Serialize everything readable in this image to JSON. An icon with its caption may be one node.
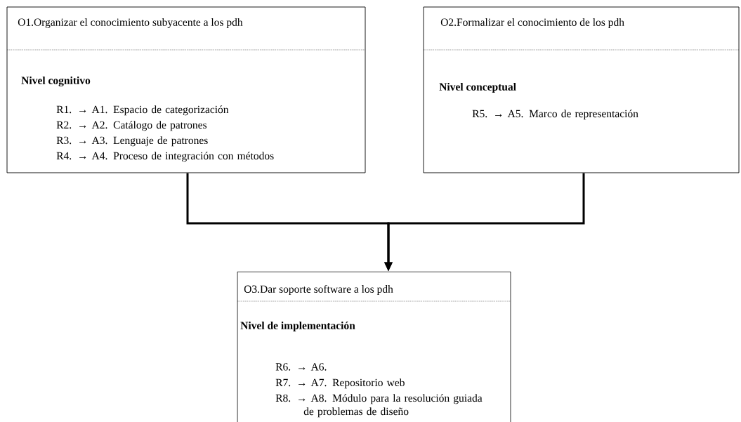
{
  "diagram": {
    "nodes": [
      {
        "text": [
          "O1.Organizar el conocimiento subyacente a los pdh",
          "Nivel cognitivo",
          "R1. → A1. Espacio de categorización",
          "R2. → A2. Catálogo de patrones",
          "R3. → A3. Lenguaje de patrones",
          "R4. → A4. Proceso de integración con métodos"
        ]
      },
      {
        "text": [
          "O2.Formalizar el conocimiento de los pdh",
          "Nivel conceptual",
          "R5. → A5. Marco de representación"
        ]
      },
      {
        "text": [
          "O3.Dar soporte software a los pdh",
          "Nivel de implementación",
          "R6. → A6.",
          "R7. → A7. Repositorio web",
          "R8. → A8. Módulo para la resolución guiada de problemas de diseño"
        ]
      }
    ],
    "edges": [
      {
        "from": 0,
        "to": 2,
        "arrow": "to"
      },
      {
        "from": 1,
        "to": 2,
        "arrow": "to"
      }
    ]
  }
}
